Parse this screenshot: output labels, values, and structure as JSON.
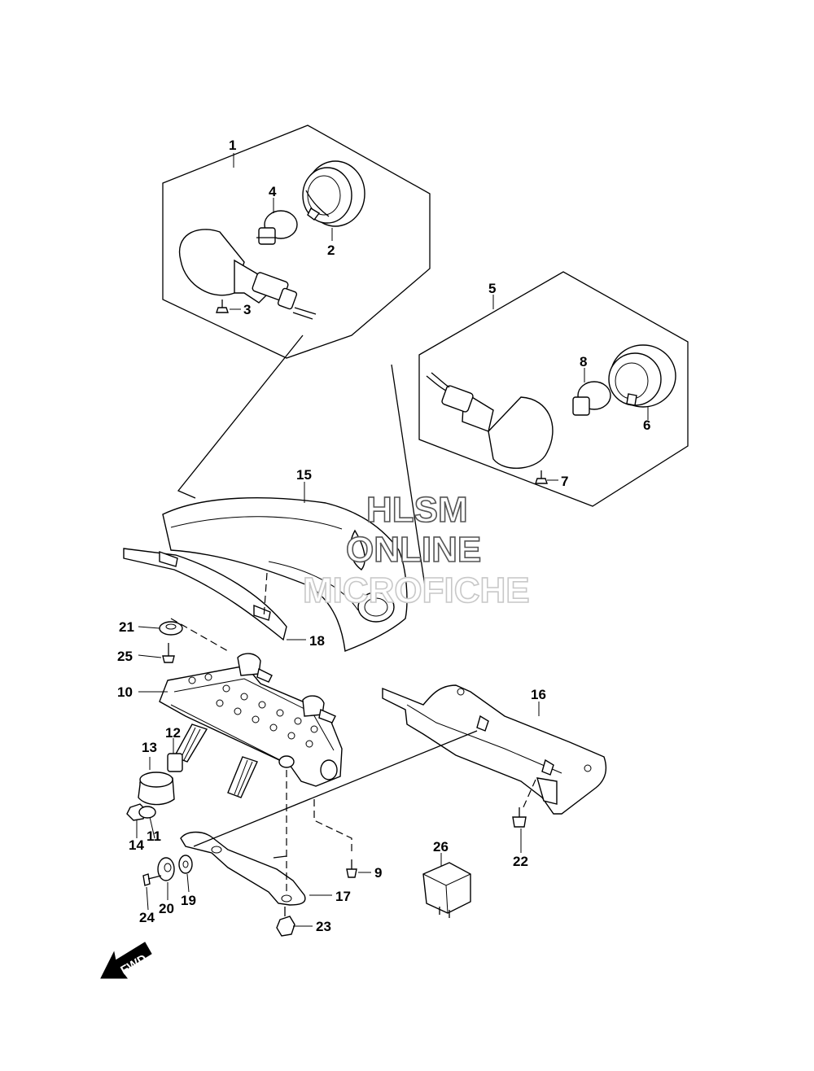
{
  "diagram": {
    "callouts": [
      "1",
      "2",
      "3",
      "4",
      "5",
      "6",
      "7",
      "8",
      "9",
      "10",
      "11",
      "12",
      "13",
      "14",
      "15",
      "16",
      "17",
      "18",
      "19",
      "20",
      "21",
      "22",
      "23",
      "24",
      "25",
      "26"
    ],
    "watermark": {
      "line1": "HLSM",
      "line2": "ONLINE",
      "line3": "MICROFICHE"
    },
    "direction_arrow": "FWD",
    "icons": [
      "fwd-arrow-icon"
    ]
  }
}
